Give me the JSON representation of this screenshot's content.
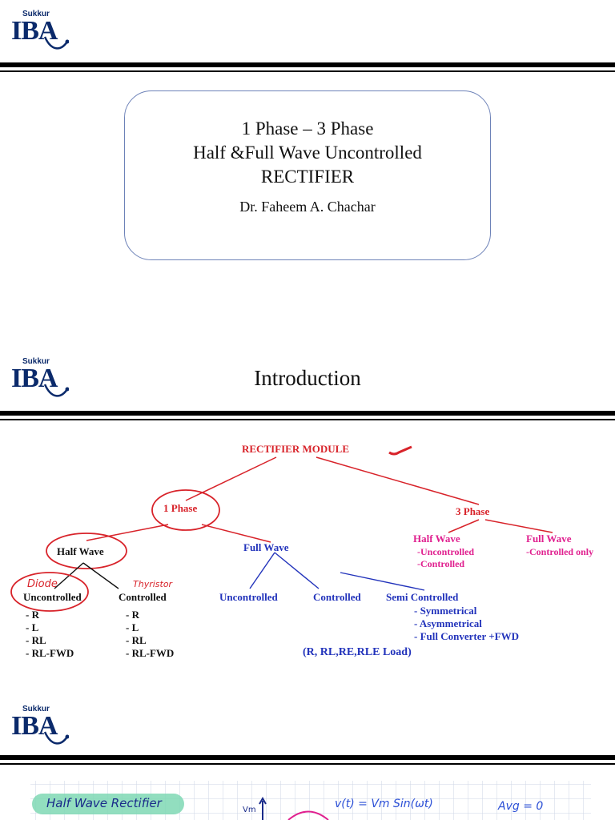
{
  "header": {
    "logo_small": "Sukkur",
    "logo_big": "IBA"
  },
  "slide1": {
    "title_line1": "1 Phase – 3 Phase",
    "title_line2": "Half &Full Wave Uncontrolled",
    "title_line3": "RECTIFIER",
    "author": "Dr. Faheem A. Chachar"
  },
  "slide2": {
    "title": "Introduction",
    "diagram": {
      "root": "RECTIFIER MODULE",
      "one_phase": "1 Phase",
      "three_phase": "3 Phase",
      "half_wave": "Half Wave",
      "full_wave": "Full Wave",
      "diode_note": "Diode",
      "thyristor_note": "Thyristor",
      "hw_uncontrolled": "Uncontrolled",
      "hw_controlled": "Controlled",
      "uncontrolled_loads": [
        "- R",
        "- L",
        "- RL",
        "- RL-FWD"
      ],
      "controlled_loads": [
        "- R",
        "- L",
        "- RL",
        "- RL-FWD"
      ],
      "fw_uncontrolled": "Uncontrolled",
      "fw_controlled": "Controlled",
      "fw_semi": "Semi Controlled",
      "semi_items": [
        "- Symmetrical",
        "- Asymmetrical",
        "- Full Converter +FWD"
      ],
      "load_note": "(R, RL,RE,RLE Load)",
      "tp_half_wave": "Half Wave",
      "tp_half_items": [
        "-Uncontrolled",
        "-Controlled"
      ],
      "tp_full_wave": "Full Wave",
      "tp_full_items": [
        "-Controlled only"
      ]
    }
  },
  "slide3": {
    "note_title": "Half Wave Rectifier",
    "vm_label": "Vm",
    "equation": "v(t) = Vm Sin(ωt)",
    "avg": "Avg = 0"
  }
}
